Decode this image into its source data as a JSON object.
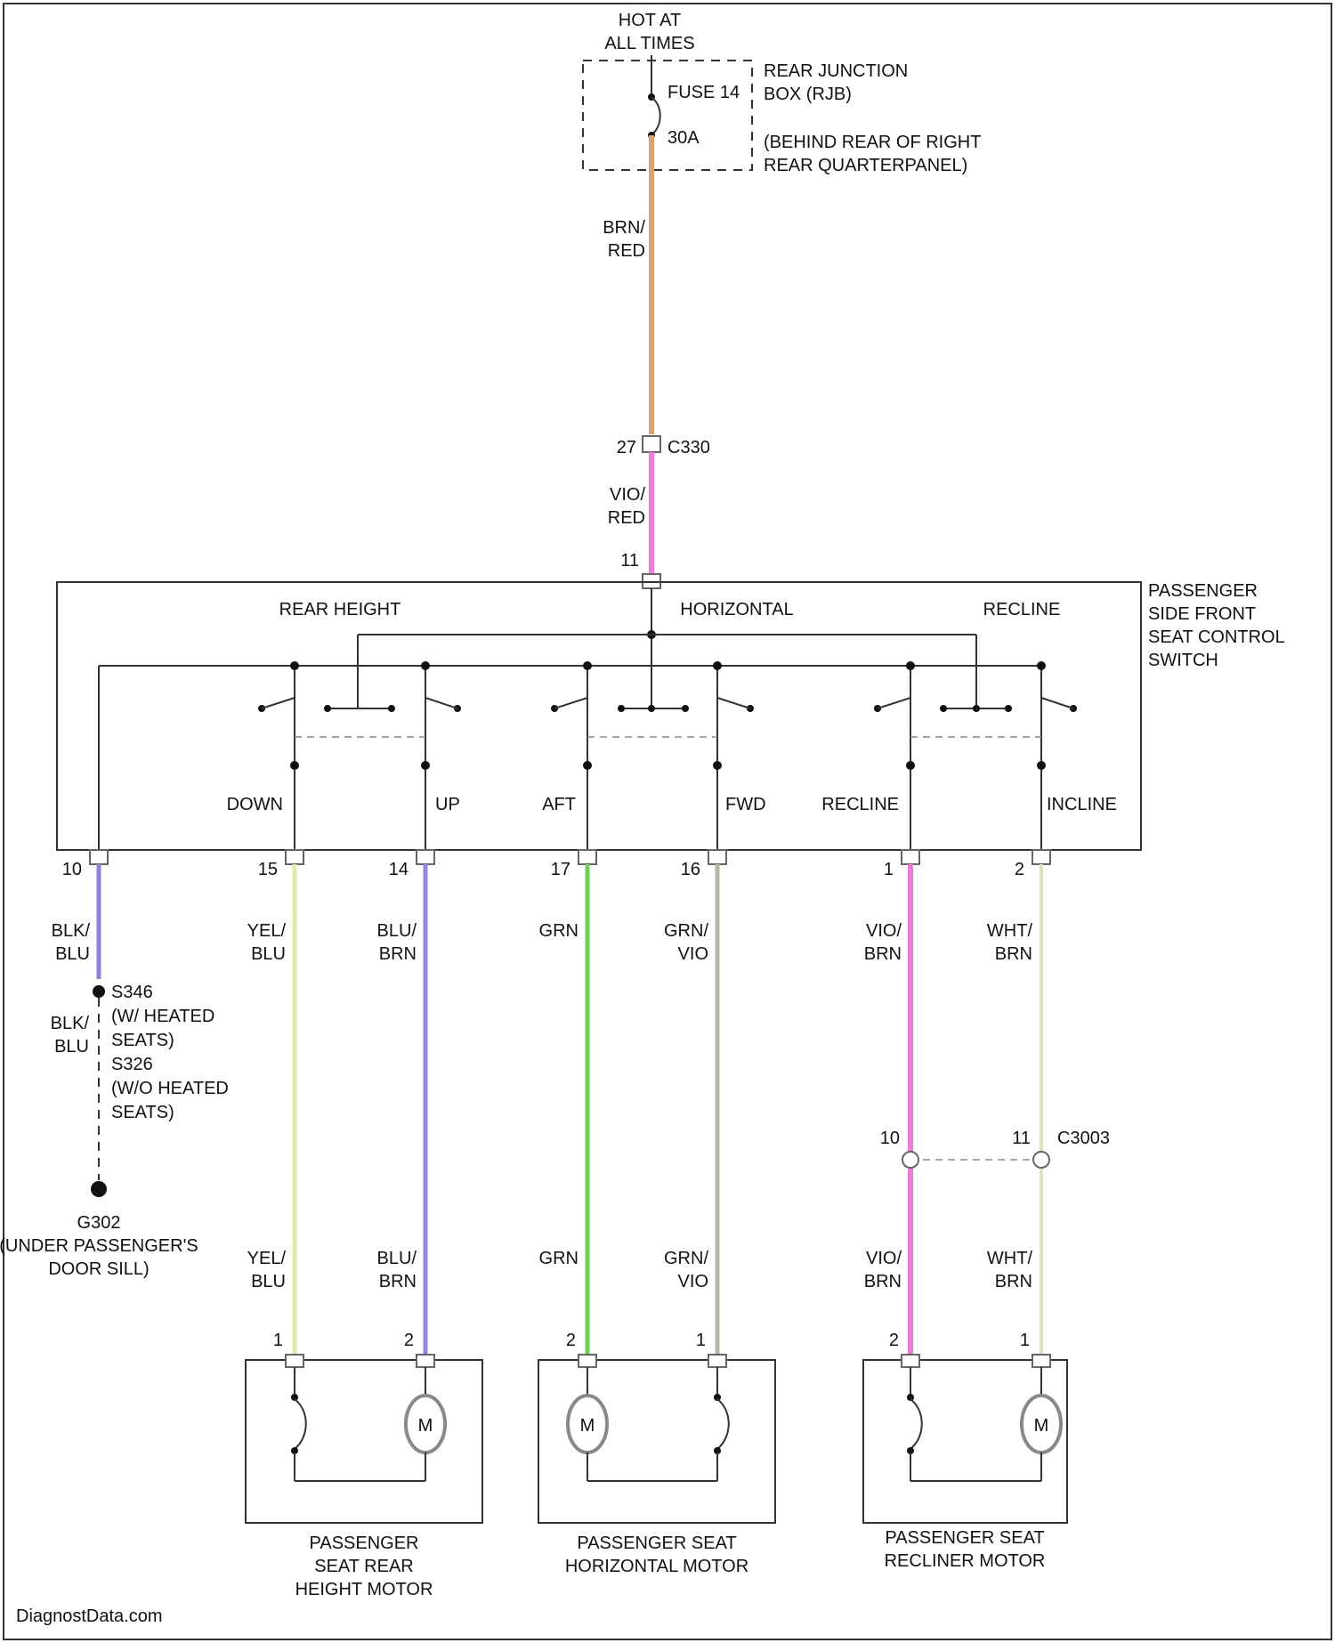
{
  "colors": {
    "brn_red": "#e0a070",
    "vio_red": "#f07ad8",
    "blk_blu": "#8a86d6",
    "yel_blu": "#e2eaa8",
    "blu_brn": "#8c86e2",
    "grn": "#6fcf5a",
    "grn_vio": "#b4b8a0",
    "vio_brn": "#f07ad8",
    "wht_brn": "#dde2c0"
  },
  "power": {
    "hot_at_all_times": [
      "HOT AT",
      "ALL TIMES"
    ],
    "fuse_label": "FUSE 14",
    "fuse_rating": "30A",
    "junction_box": [
      "REAR JUNCTION",
      "BOX (RJB)",
      "(BEHIND REAR OF RIGHT",
      "REAR QUARTERPANEL)"
    ]
  },
  "feed_wires": {
    "upper": [
      "BRN/",
      "RED"
    ],
    "connector_pin": "27",
    "connector": "C330",
    "lower": [
      "VIO/",
      "RED"
    ],
    "switch_pin": "11"
  },
  "switch": {
    "name": [
      "PASSENGER",
      "SIDE FRONT",
      "SEAT CONTROL",
      "SWITCH"
    ],
    "section_rear_height": "REAR HEIGHT",
    "section_horizontal": "HORIZONTAL",
    "section_recline": "RECLINE",
    "pos_down": "DOWN",
    "pos_up": "UP",
    "pos_aft": "AFT",
    "pos_fwd": "FWD",
    "pos_recline": "RECLINE",
    "pos_incline": "INCLINE"
  },
  "switch_pins": [
    "10",
    "15",
    "14",
    "17",
    "16",
    "1",
    "2"
  ],
  "wires_upper": [
    [
      "BLK/",
      "BLU"
    ],
    [
      "YEL/",
      "BLU"
    ],
    [
      "BLU/",
      "BRN"
    ],
    [
      "GRN",
      ""
    ],
    [
      "GRN/",
      "VIO"
    ],
    [
      "VIO/",
      "BRN"
    ],
    [
      "WHT/",
      "BRN"
    ]
  ],
  "ground": {
    "splice_lines": [
      "S346",
      "(W/ HEATED",
      "SEATS)",
      "S326",
      "(W/O HEATED",
      "SEATS)"
    ],
    "wire_below": [
      "BLK/",
      "BLU"
    ],
    "ground_lines": [
      "G302",
      "(UNDER PASSENGER'S",
      "DOOR SILL)"
    ]
  },
  "connector_c3003": {
    "pin_left": "10",
    "pin_right": "11",
    "name": "C3003"
  },
  "wires_lower": [
    [
      "YEL/",
      "BLU"
    ],
    [
      "BLU/",
      "BRN"
    ],
    [
      "GRN",
      ""
    ],
    [
      "GRN/",
      "VIO"
    ],
    [
      "VIO/",
      "BRN"
    ],
    [
      "WHT/",
      "BRN"
    ]
  ],
  "motor_pins": [
    "1",
    "2",
    "2",
    "1",
    "2",
    "1"
  ],
  "motor_symbol": "M",
  "motors": [
    [
      "PASSENGER",
      "SEAT REAR",
      "HEIGHT MOTOR"
    ],
    [
      "PASSENGER SEAT",
      "HORIZONTAL MOTOR"
    ],
    [
      "PASSENGER SEAT",
      "RECLINER MOTOR"
    ]
  ],
  "watermark": "DiagnostData.com"
}
